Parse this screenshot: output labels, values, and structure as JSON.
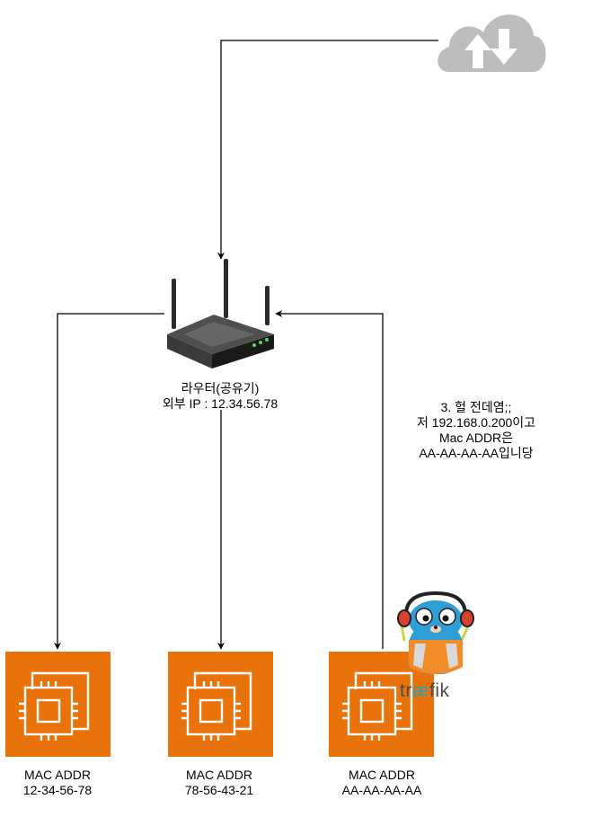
{
  "router": {
    "label_line1": "라우터(공유기)",
    "label_line2": "외부 IP : 12.34.56.78",
    "icon": "wireless-router-icon"
  },
  "internet": {
    "icon": "cloud-upload-download-icon"
  },
  "annotation": {
    "lines": [
      "3. 헐 전데염;;",
      "저 192.168.0.200이고",
      "Mac ADDR은",
      "AA-AA-AA-AA입니당"
    ]
  },
  "servers": [
    {
      "line1": "MAC ADDR",
      "line2": "12-34-56-78",
      "icon": "ec2-instance-icon"
    },
    {
      "line1": "MAC ADDR",
      "line2": "78-56-43-21",
      "icon": "ec2-instance-icon"
    },
    {
      "line1": "MAC ADDR",
      "line2": "AA-AA-AA-AA",
      "icon": "ec2-instance-icon"
    }
  ],
  "traefik": {
    "icon": "traefik-gopher-logo",
    "logo_text_pre": "tr",
    "logo_text_ae": "æ",
    "logo_text_post": "fik"
  },
  "colors": {
    "server_orange": "#E9720A",
    "cloud_gray": "#BDBDBD",
    "edge": "#000000",
    "traefik_blue": "#24A1C1"
  }
}
